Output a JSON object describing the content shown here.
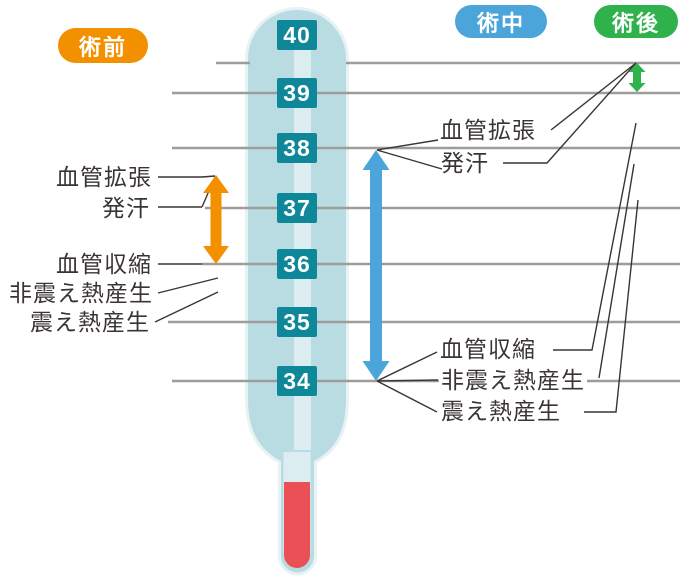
{
  "badges": {
    "preop": "術前",
    "intraop": "術中",
    "postop": "術後"
  },
  "thermometer": {
    "unit_description": "temperature scale in °C",
    "scale": [
      "40",
      "39",
      "38",
      "37",
      "36",
      "35",
      "34"
    ]
  },
  "labels": {
    "left_preop": {
      "vasodilation": "血管拡張",
      "sweating": "発汗",
      "vasoconstriction": "血管収縮",
      "non_shivering_thermogenesis": "非震え熱産生",
      "shivering_thermogenesis": "震え熱産生"
    },
    "right_intraop_postop": {
      "vasodilation": "血管拡張",
      "sweating": "発汗",
      "vasoconstriction": "血管収縮",
      "non_shivering_thermogenesis": "非震え熱産生",
      "shivering_thermogenesis": "震え熱産生"
    }
  },
  "arrows": {
    "preop_range": {
      "color": "#f39000",
      "from_temp": "約37.5",
      "to_temp": "36"
    },
    "intraop_range": {
      "color": "#4ba5da",
      "from_temp": "38",
      "to_temp": "34"
    },
    "postop_range": {
      "color": "#2fb14c",
      "from_temp": "約39.5",
      "to_temp": "39"
    }
  },
  "colors": {
    "preop_orange": "#f39000",
    "intraop_blue": "#4ba5da",
    "postop_green": "#2fb14c",
    "scale_box_teal": "#0e8799",
    "thermometer_tube": "#b9dce2",
    "thermometer_tube_rim": "#e7f2f4",
    "thermometer_capillary": "#dcedf1",
    "mercury_red": "#ea5055",
    "grid_line_gray": "#a09c9c",
    "label_text": "#3b3434"
  }
}
